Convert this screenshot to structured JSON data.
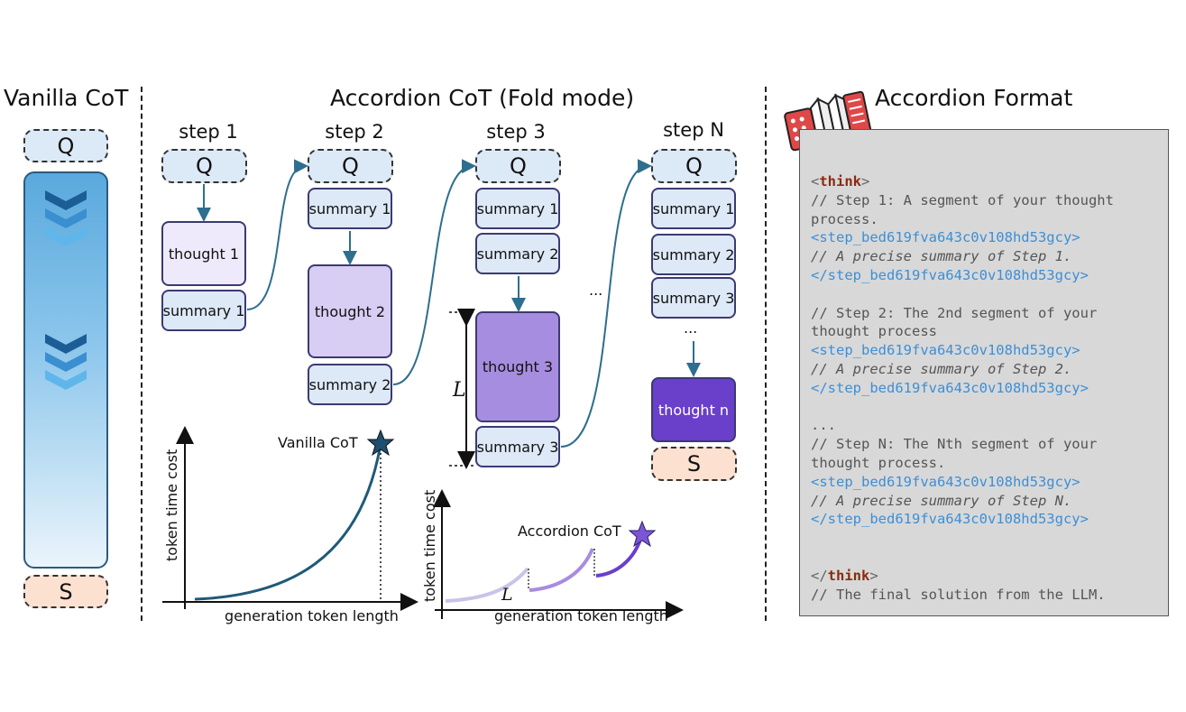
{
  "titles": {
    "vanilla": "Vanilla CoT",
    "accordion": "Accordion CoT (Fold mode)",
    "format": "Accordion Format"
  },
  "steps": [
    "step 1",
    "step 2",
    "step 3",
    "step N"
  ],
  "q_label": "Q",
  "s_label": "S",
  "boxes": {
    "thought1": "thought 1",
    "thought2": "thought 2",
    "thought3": "thought 3",
    "thoughtn": "thought n",
    "summary1": "summary 1",
    "summary2": "summary 2",
    "summary3": "summary 3"
  },
  "ellipsis": "...",
  "length_label": "L",
  "colors": {
    "q_fill": "#dce9f6",
    "s_fill": "#fde1d0",
    "summary_fill": "#dde9f7",
    "thought1_fill": "#eeeafb",
    "thought2_fill": "#d8cdf3",
    "thought3_fill": "#a78de0",
    "thoughtn_fill": "#6a3fc9",
    "arrow": "#2e6e8e",
    "vanilla_curve": "#1f5a78",
    "accordion_star": "#7b55d6",
    "code_bg": "#d8d8d8",
    "step_tag": "#3d8fd6",
    "think_tag": "#8b2a0e"
  },
  "chart_vanilla": {
    "ylabel": "token time cost",
    "xlabel": "generation token length",
    "annotation": "Vanilla CoT"
  },
  "chart_accordion": {
    "ylabel": "token time cost",
    "xlabel": "generation token length",
    "annotation": "Accordion CoT",
    "segment_label": "L"
  },
  "code": {
    "think_open_lt": "<",
    "think_kw": "think",
    "think_gt": ">",
    "think_close_lt": "</",
    "step1_a": "// Step 1: A segment of your thought",
    "step1_b": "process.",
    "tag_open": "<step_bed619fva643c0v108hd53gcy>",
    "step1_sum": "// A precise summary of Step 1.",
    "tag_close": "</step_bed619fva643c0v108hd53gcy>",
    "step2_a": "// Step 2: The 2nd segment of your",
    "step2_b": "thought process",
    "step2_sum": "// A precise summary of Step 2.",
    "dots": "...",
    "stepn_a": "// Step N: The Nth segment of your",
    "stepn_b": "thought process.",
    "stepn_sum": "// A precise summary of Step N.",
    "final": "// The final solution from the LLM."
  }
}
